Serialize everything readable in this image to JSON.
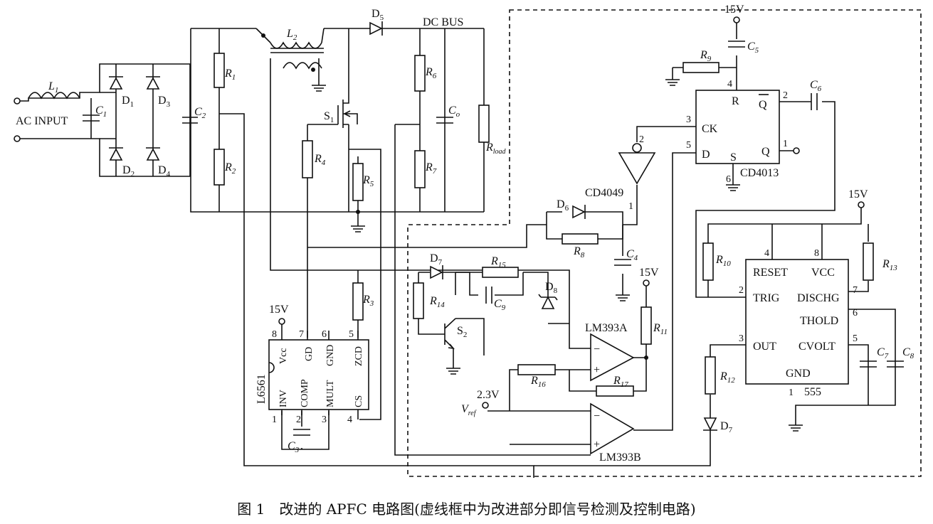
{
  "caption": "图 1　改进的 APFC 电路图(虚线框中为改进部分即信号检测及控制电路)",
  "labels": {
    "ac_input": "AC INPUT",
    "dc_bus": "DC BUS",
    "l1": "L",
    "l1_sub": "1",
    "l2": "L",
    "l2_sub": "2",
    "c1": "C",
    "c1_sub": "1",
    "c2": "C",
    "c2_sub": "2",
    "c3": "C",
    "c3_sub": "3",
    "c4": "C",
    "c4_sub": "4",
    "c5": "C",
    "c5_sub": "5",
    "c6": "C",
    "c6_sub": "6",
    "c7": "C",
    "c7_sub": "7",
    "c8": "C",
    "c8_sub": "8",
    "c9": "C",
    "c9_sub": "9",
    "co": "C",
    "co_sub": "o",
    "d1": "D",
    "d1_sub": "1",
    "d2": "D",
    "d2_sub": "2",
    "d3": "D",
    "d3_sub": "3",
    "d4": "D",
    "d4_sub": "4",
    "d5": "D",
    "d5_sub": "5",
    "d6": "D",
    "d6_sub": "6",
    "d7a": "D",
    "d7a_sub": "7",
    "d7b": "D",
    "d7b_sub": "7",
    "d8": "D",
    "d8_sub": "8",
    "r1": "R",
    "r1_sub": "1",
    "r2": "R",
    "r2_sub": "2",
    "r3": "R",
    "r3_sub": "3",
    "r4": "R",
    "r4_sub": "4",
    "r5": "R",
    "r5_sub": "5",
    "r6": "R",
    "r6_sub": "6",
    "r7": "R",
    "r7_sub": "7",
    "r8": "R",
    "r8_sub": "8",
    "r9": "R",
    "r9_sub": "9",
    "r10": "R",
    "r10_sub": "10",
    "r11": "R",
    "r11_sub": "11",
    "r12": "R",
    "r12_sub": "12",
    "r13": "R",
    "r13_sub": "13",
    "r14": "R",
    "r14_sub": "14",
    "r15": "R",
    "r15_sub": "15",
    "r16": "R",
    "r16_sub": "16",
    "r17": "R",
    "r17_sub": "17",
    "rload": "R",
    "rload_sub": "load",
    "s1": "S",
    "s1_sub": "1",
    "s2": "S",
    "s2_sub": "2",
    "v15_a": "15V",
    "v15_b": "15V",
    "v15_c": "15V",
    "v15_d": "15V",
    "v23": "2.3V",
    "vref": "V",
    "vref_sub": "ref",
    "l6561": "L6561",
    "l6561_vcc": "Vcc",
    "l6561_gd": "GD",
    "l6561_gnd": "GND",
    "l6561_zcd": "ZCD",
    "l6561_inv": "INV",
    "l6561_comp": "COMP",
    "l6561_mult": "MULT",
    "l6561_cs": "CS",
    "l6561_p8": "8",
    "l6561_p7": "7",
    "l6561_p6": "6",
    "l6561_p5": "5",
    "l6561_p1": "1",
    "l6561_p2": "2",
    "l6561_p3": "3",
    "l6561_p4": "4",
    "cd4049": "CD4049",
    "cd4049_p2": "2",
    "cd4049_p1": "1",
    "cd4013": "CD4013",
    "cd4013_ck": "CK",
    "cd4013_d": "D",
    "cd4013_r": "R",
    "cd4013_qbar": "Q",
    "cd4013_q": "Q",
    "cd4013_s": "S",
    "cd4013_p3": "3",
    "cd4013_p5": "5",
    "cd4013_p4": "4",
    "cd4013_p2": "2",
    "cd4013_p1": "1",
    "cd4013_p6": "6",
    "lm393a": "LM393A",
    "lm393b": "LM393B",
    "minus": "−",
    "plus": "+",
    "ic555": "555",
    "ic555_reset": "RESET",
    "ic555_vcc": "VCC",
    "ic555_trig": "TRIG",
    "ic555_dischg": "DISCHG",
    "ic555_thold": "THOLD",
    "ic555_out": "OUT",
    "ic555_cvolt": "CVOLT",
    "ic555_gnd": "GND",
    "ic555_p4": "4",
    "ic555_p8": "8",
    "ic555_p2": "2",
    "ic555_p7": "7",
    "ic555_p6": "6",
    "ic555_p3": "3",
    "ic555_p5": "5",
    "ic555_p1": "1"
  }
}
